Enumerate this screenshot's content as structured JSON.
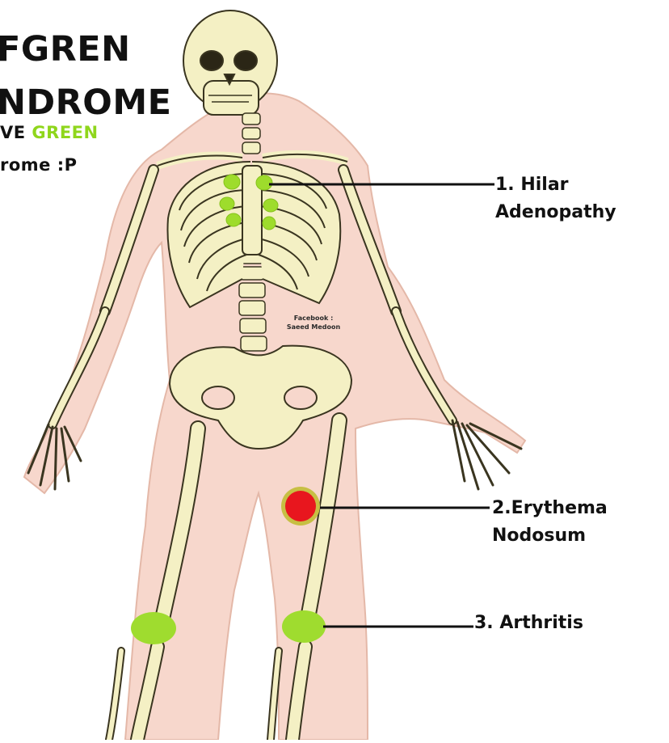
{
  "title": {
    "line1": "FGREN",
    "line2": "NDROME",
    "line3_prefix": "VE ",
    "line3_green": "GREEN",
    "line4": "rome :P"
  },
  "labels": {
    "hilar_line1": "1. Hilar",
    "hilar_line2": "Adenopathy",
    "erythema_line1": "2.Erythema",
    "erythema_line2": "Nodosum",
    "arthritis": "3. Arthritis"
  },
  "credit": {
    "line1": "Facebook :",
    "line2": "Saeed Medoon"
  },
  "colors": {
    "body_skin": "#f7d7cc",
    "bone": "#f4f0c4",
    "lymph_green": "#9edc2c",
    "nodule_red": "#e8161e",
    "arthritis_green": "#9fdc2f",
    "accent_text_green": "#8fd61c"
  }
}
